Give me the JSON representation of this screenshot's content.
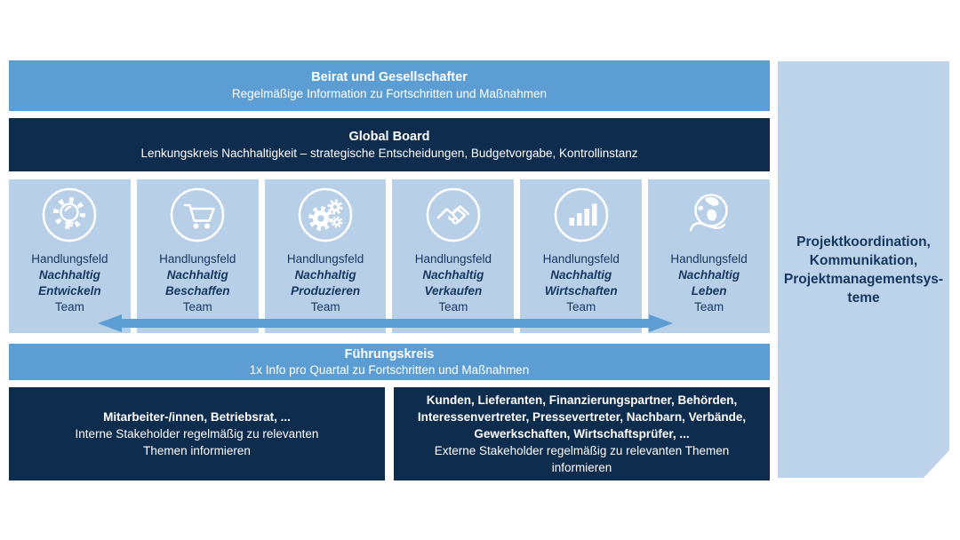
{
  "colors": {
    "accent_blue": "#5C9ED3",
    "navy": "#0E2C4D",
    "light_blue": "#B8CFE8",
    "panel_blue": "#BDD3EA",
    "text_navy": "#16365F",
    "white": "#FFFFFF"
  },
  "advisory_bar": {
    "title": "Beirat und Gesellschafter",
    "subtitle": "Regelmäßige Information zu Fortschritten und Maßnahmen"
  },
  "board_bar": {
    "title": "Global Board",
    "subtitle": "Lenkungskreis Nachhaltigkeit – strategische Entscheidungen, Budgetvorgabe, Kontrollinstanz"
  },
  "action_fields": [
    {
      "icon": "lightbulb-gear-icon",
      "label": "Handlungsfeld",
      "focus_line1": "Nachhaltig",
      "focus_line2": "Entwickeln",
      "team_label": "Team"
    },
    {
      "icon": "shopping-cart-icon",
      "label": "Handlungsfeld",
      "focus_line1": "Nachhaltig",
      "focus_line2": "Beschaffen",
      "team_label": "Team"
    },
    {
      "icon": "gears-icon",
      "label": "Handlungsfeld",
      "focus_line1": "Nachhaltig",
      "focus_line2": "Produzieren",
      "team_label": "Team"
    },
    {
      "icon": "handshake-icon",
      "label": "Handlungsfeld",
      "focus_line1": "Nachhaltig",
      "focus_line2": "Verkaufen",
      "team_label": "Team"
    },
    {
      "icon": "bar-chart-icon",
      "label": "Handlungsfeld",
      "focus_line1": "Nachhaltig",
      "focus_line2": "Wirtschaften",
      "team_label": "Team"
    },
    {
      "icon": "globe-hand-icon",
      "label": "Handlungsfeld",
      "focus_line1": "Nachhaltig",
      "focus_line2": "Leben",
      "team_label": "Team"
    }
  ],
  "leadership_bar": {
    "title": "Führungskreis",
    "subtitle": "1x Info pro Quartal zu Fortschritten und Maßnahmen"
  },
  "internal_stakeholders": {
    "title": "Mitarbeiter-/innen, Betriebsrat, ...",
    "body": "Interne Stakeholder regelmäßig zu relevanten Themen informieren"
  },
  "external_stakeholders": {
    "title": "Kunden, Lieferanten, Finanzierungspartner, Behörden, Interessenvertreter, Pressevertreter, Nachbarn, Verbände, Gewerkschaften, Wirtschaftsprüfer, ...",
    "body": "Externe Stakeholder regelmäßig zu relevanten Themen informieren"
  },
  "side_panel": {
    "lines": [
      "Projektkoordination,",
      "Kommunikation,",
      "Projektmanagementsys-",
      "teme"
    ]
  }
}
